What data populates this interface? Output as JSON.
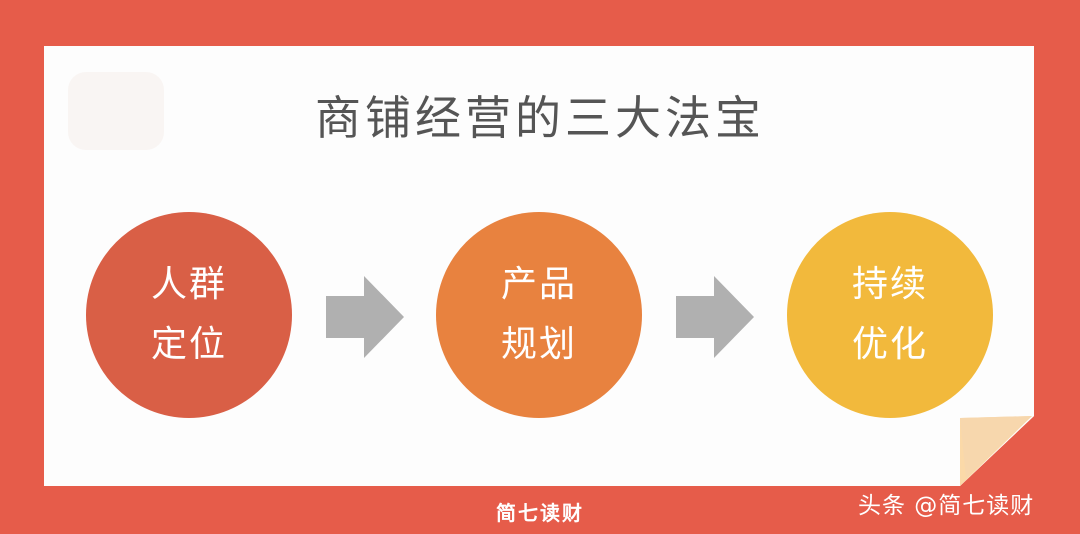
{
  "diagram": {
    "title": "商铺经营的三大法宝",
    "steps": [
      {
        "line1": "人群",
        "line2": "定位",
        "color": "#d95f46"
      },
      {
        "line1": "产品",
        "line2": "规划",
        "color": "#e8823f"
      },
      {
        "line1": "持续",
        "line2": "优化",
        "color": "#f2b93c"
      }
    ],
    "arrow_color": "#b0b0b0"
  },
  "footer": {
    "brand": "简七读财"
  },
  "watermark": {
    "text": "头条 @简七读财"
  },
  "colors": {
    "frame": "#e65c4a",
    "card": "#fdfdfd",
    "title_text": "#555555"
  }
}
